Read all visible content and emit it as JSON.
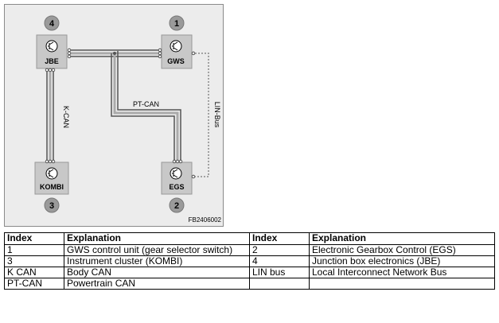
{
  "diagram": {
    "nodes": [
      {
        "id": "jbe",
        "label": "JBE",
        "badge": "4"
      },
      {
        "id": "gws",
        "label": "GWS",
        "badge": "1"
      },
      {
        "id": "kombi",
        "label": "KOMBI",
        "badge": "3"
      },
      {
        "id": "egs",
        "label": "EGS",
        "badge": "2"
      }
    ],
    "buses": {
      "kcan": "K-CAN",
      "ptcan": "PT-CAN",
      "linbus": "LIN-Bus"
    },
    "figure_id": "FB2406002"
  },
  "table": {
    "headers": [
      "Index",
      "Explanation",
      "Index",
      "Explanation"
    ],
    "rows": [
      [
        "1",
        "GWS control unit (gear selector switch)",
        "2",
        "Electronic Gearbox Control (EGS)"
      ],
      [
        "3",
        "Instrument cluster (KOMBI)",
        "4",
        "Junction box electronics (JBE)"
      ],
      [
        "K CAN",
        "Body CAN",
        "LIN bus",
        "Local Interconnect Network Bus"
      ],
      [
        "PT-CAN",
        "Powertrain CAN",
        "",
        ""
      ]
    ]
  }
}
